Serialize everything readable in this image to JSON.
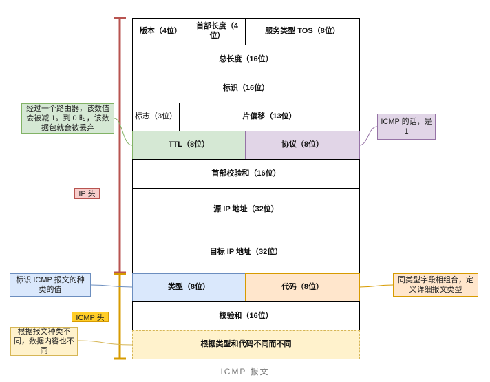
{
  "fields": {
    "version": "版本（4位）",
    "header_length": "首部长度（4位）",
    "tos": "服务类型 TOS（8位）",
    "total_length": "总长度（16位）",
    "identification": "标识（16位）",
    "flags": "标志（3位）",
    "fragment_offset": "片偏移（13位）",
    "ttl": "TTL（8位）",
    "protocol": "协议（8位）",
    "header_checksum": "首部校验和（16位）",
    "source_ip": "源 IP 地址（32位）",
    "dest_ip": "目标 IP 地址（32位）",
    "type": "类型（8位）",
    "code": "代码（8位）",
    "checksum": "校验和（16位）",
    "data": "根据类型和代码不同而不同"
  },
  "notes": {
    "ttl": "经过一个路由器，该数值会被减 1。到 0 时，该数据包就会被丢弃",
    "protocol": "ICMP 的话，是 1",
    "type": "标识 ICMP 报文的种类的值",
    "code": "同类型字段相组合，定义详细报文类型",
    "data": "根据报文种类不同，数据内容也不同"
  },
  "labels": {
    "ip_header": "IP 头",
    "icmp_header": "ICMP 头"
  },
  "caption": "ICMP 报文",
  "colors": {
    "ip_bracket": "#b85450",
    "icmp_bracket": "#d79b00",
    "ttl_fill": "#d5e8d4",
    "ttl_border": "#82b366",
    "protocol_fill": "#e1d5e7",
    "protocol_border": "#9673a6",
    "type_fill": "#dae8fc",
    "type_border": "#6c8ebf",
    "code_fill": "#ffe6cc",
    "code_border": "#d79b00",
    "data_fill": "#fff2cc",
    "data_border": "#d6b656",
    "ip_tag_fill": "#f8cecc",
    "icmp_tag_fill": "#ffcd28"
  }
}
